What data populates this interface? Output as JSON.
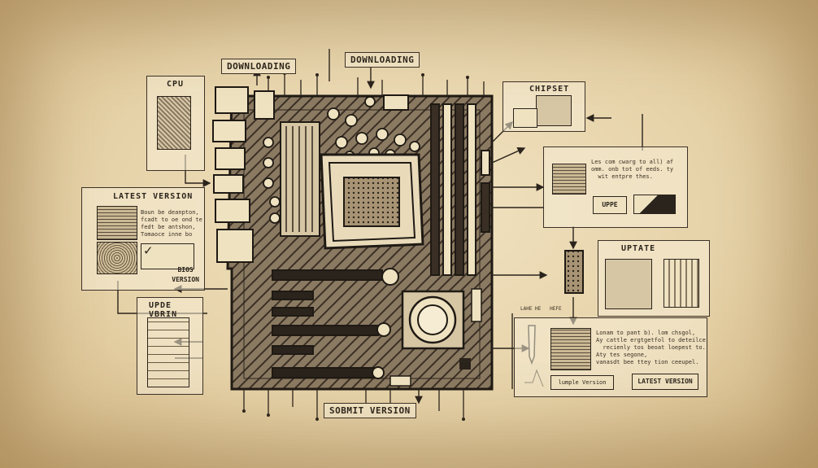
{
  "labels": {
    "downloading_left": "DOWNLOADING",
    "downloading_center": "DOWNLOADING",
    "cpu": "CPU",
    "chipset": "CHIPSET",
    "latest_version_left": "LATEST VERSION",
    "bios_version": "BIOS\nVERSION",
    "upde_vbrin": "UPDE VBRIN",
    "update_right": "UPTATE",
    "submit_version": "SOBMIT VERSION",
    "latest_version_bottom": "LATEST VERSION"
  },
  "texts": {
    "chipset_note": "Les com cwarg to all) af\nomm. onb tot of eeds. ty\n  wit entpre thes.",
    "latest_note": "Boun be deanpton,\nfcadt to oe ond te\nfedt be antshon,\nTomaoce inne bo",
    "bottom_note": "Lonam to pant b). lom chsgol,\nAy cattle ergtgetfol to deteilce\n  recienly tos beoat loepest to.\nAty tes segone,\nvanasdt bee ttey tion ceeupel.",
    "small_caption": "LAHE HE   HEFE",
    "tiny_button": "lumple Version",
    "small_button": "UPPE"
  },
  "colors": {
    "ink": "#2b241c",
    "paper": "#f1e3c2"
  }
}
